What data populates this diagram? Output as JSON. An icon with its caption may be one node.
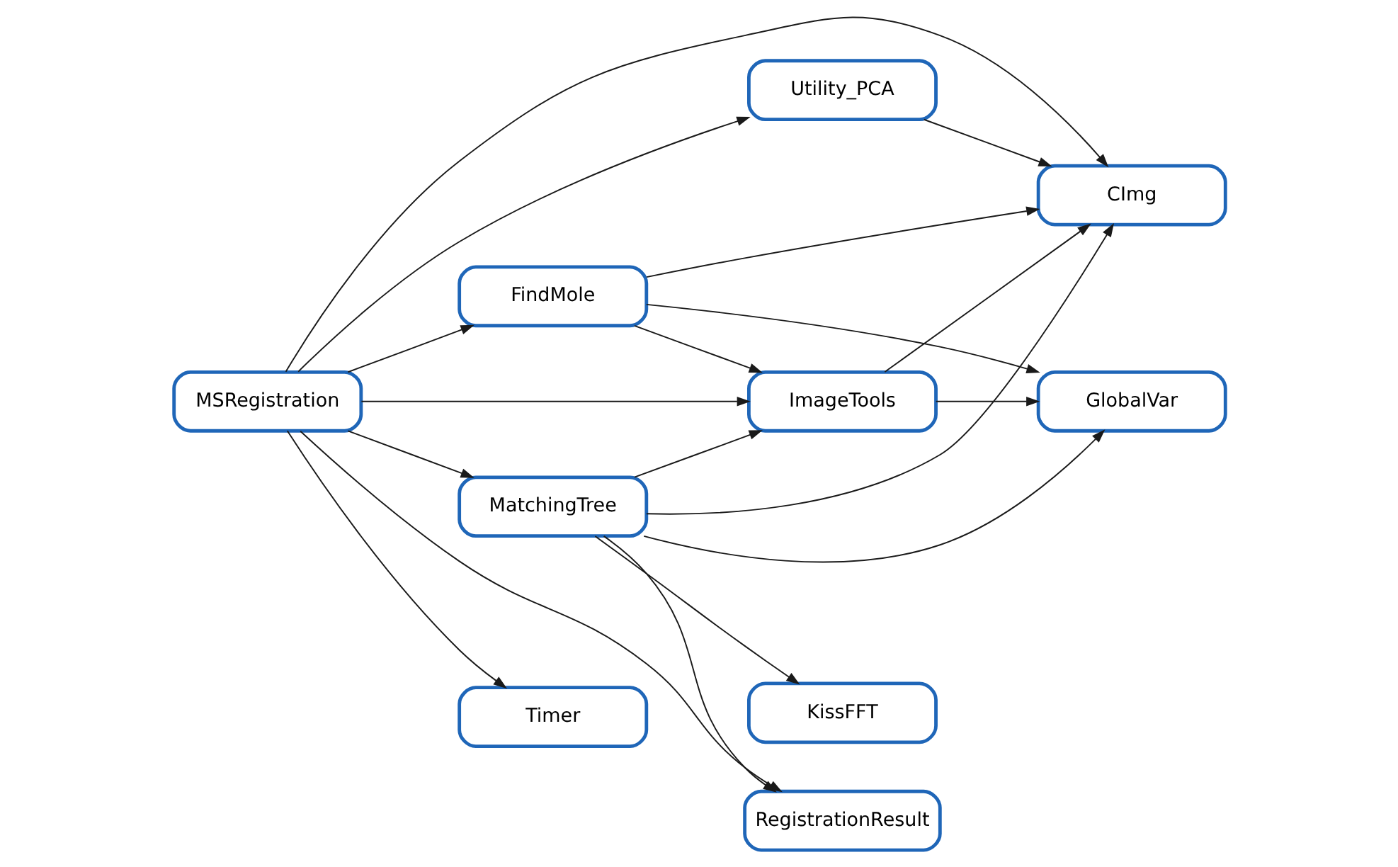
{
  "diagram": {
    "nodes": [
      {
        "text": [
          "MSRegistration"
        ]
      },
      {
        "text": [
          "Utility_PCA"
        ]
      },
      {
        "text": [
          "MatchingTree"
        ]
      },
      {
        "text": [
          "Timer"
        ]
      },
      {
        "text": [
          "FindMole"
        ]
      },
      {
        "text": [
          "KissFFT"
        ]
      },
      {
        "text": [
          "RegistrationResult"
        ]
      },
      {
        "text": [
          "ImageTools"
        ]
      },
      {
        "text": [
          "CImg"
        ]
      },
      {
        "text": [
          "GlobalVar"
        ]
      }
    ],
    "edges": [
      {
        "from": 0,
        "to": 1,
        "arrow": "to"
      },
      {
        "from": 0,
        "to": 2,
        "arrow": "to"
      },
      {
        "from": 0,
        "to": 3,
        "arrow": "to"
      },
      {
        "from": 0,
        "to": 4,
        "arrow": "to"
      },
      {
        "from": 0,
        "to": 6,
        "arrow": "to"
      },
      {
        "from": 0,
        "to": 7,
        "arrow": "to"
      },
      {
        "from": 0,
        "to": 8,
        "arrow": "to"
      },
      {
        "from": 1,
        "to": 8,
        "arrow": "to"
      },
      {
        "from": 2,
        "to": 5,
        "arrow": "to"
      },
      {
        "from": 2,
        "to": 6,
        "arrow": "to"
      },
      {
        "from": 2,
        "to": 7,
        "arrow": "to"
      },
      {
        "from": 2,
        "to": 8,
        "arrow": "to"
      },
      {
        "from": 2,
        "to": 9,
        "arrow": "to"
      },
      {
        "from": 4,
        "to": 7,
        "arrow": "to"
      },
      {
        "from": 4,
        "to": 8,
        "arrow": "to"
      },
      {
        "from": 4,
        "to": 9,
        "arrow": "to"
      },
      {
        "from": 7,
        "to": 8,
        "arrow": "to"
      },
      {
        "from": 7,
        "to": 9,
        "arrow": "to"
      }
    ]
  }
}
